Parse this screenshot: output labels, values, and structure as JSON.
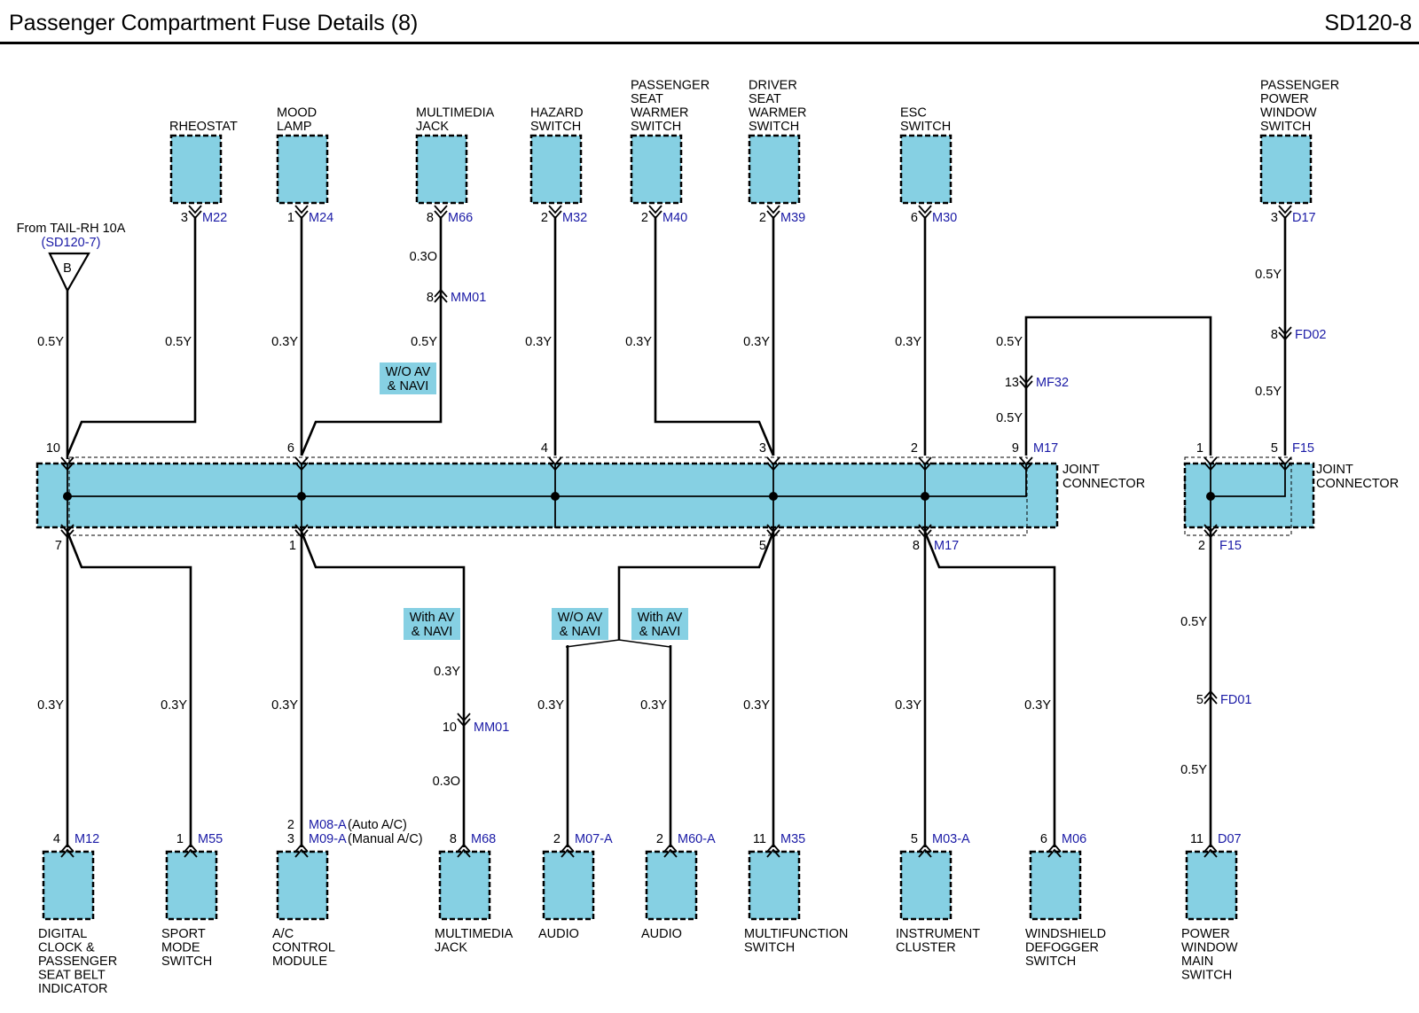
{
  "title": "Passenger Compartment Fuse Details (8)",
  "page_code": "SD120-8",
  "colors": {
    "component_fill": "#86d0e3",
    "wire": "#000000",
    "code_text": "#1a1aa6"
  },
  "source": {
    "line1": "From TAIL-RH 10A",
    "line2": "(SD120-7)",
    "letter": "B"
  },
  "joint_label": [
    "JOINT",
    "CONNECTOR"
  ],
  "top_components": [
    {
      "id": "rheostat",
      "name": [
        "RHEOSTAT"
      ],
      "pin": "3",
      "code": "M22"
    },
    {
      "id": "mood-lamp",
      "name": [
        "MOOD",
        "LAMP"
      ],
      "pin": "1",
      "code": "M24"
    },
    {
      "id": "multimedia-jack-top",
      "name": [
        "MULTIMEDIA",
        "JACK"
      ],
      "pin": "8",
      "code": "M66"
    },
    {
      "id": "hazard-switch",
      "name": [
        "HAZARD",
        "SWITCH"
      ],
      "pin": "2",
      "code": "M32"
    },
    {
      "id": "passenger-seat-warmer-switch",
      "name": [
        "PASSENGER",
        "SEAT",
        "WARMER",
        "SWITCH"
      ],
      "pin": "2",
      "code": "M40"
    },
    {
      "id": "driver-seat-warmer-switch",
      "name": [
        "DRIVER",
        "SEAT",
        "WARMER",
        "SWITCH"
      ],
      "pin": "2",
      "code": "M39"
    },
    {
      "id": "esc-switch",
      "name": [
        "ESC",
        "SWITCH"
      ],
      "pin": "6",
      "code": "M30"
    },
    {
      "id": "passenger-power-window-switch",
      "name": [
        "PASSENGER",
        "POWER",
        "WINDOW",
        "SWITCH"
      ],
      "pin": "3",
      "code": "D17"
    }
  ],
  "bottom_components": [
    {
      "id": "digital-clock",
      "name": [
        "DIGITAL",
        "CLOCK &",
        "PASSENGER",
        "SEAT BELT",
        "INDICATOR"
      ],
      "pin": "4",
      "code": "M12"
    },
    {
      "id": "sport-mode-switch",
      "name": [
        "SPORT",
        "MODE",
        "SWITCH"
      ],
      "pin": "1",
      "code": "M55"
    },
    {
      "id": "ac-control-module",
      "name": [
        "A/C",
        "CONTROL",
        "MODULE"
      ],
      "pin": "2",
      "pin2": "3",
      "code": "M08-A",
      "code_note": "(Auto A/C)",
      "code2": "M09-A",
      "code2_note": "(Manual A/C)"
    },
    {
      "id": "multimedia-jack-bottom",
      "name": [
        "MULTIMEDIA",
        "JACK"
      ],
      "pin": "8",
      "code": "M68"
    },
    {
      "id": "audio-1",
      "name": [
        "AUDIO"
      ],
      "pin": "2",
      "code": "M07-A"
    },
    {
      "id": "audio-2",
      "name": [
        "AUDIO"
      ],
      "pin": "2",
      "code": "M60-A"
    },
    {
      "id": "multifunction-switch",
      "name": [
        "MULTIFUNCTION",
        "SWITCH"
      ],
      "pin": "11",
      "code": "M35"
    },
    {
      "id": "instrument-cluster",
      "name": [
        "INSTRUMENT",
        "CLUSTER"
      ],
      "pin": "5",
      "code": "M03-A"
    },
    {
      "id": "windshield-defogger-switch",
      "name": [
        "WINDSHIELD",
        "DEFOGGER",
        "SWITCH"
      ],
      "pin": "6",
      "code": "M06"
    },
    {
      "id": "power-window-main-switch",
      "name": [
        "POWER",
        "WINDOW",
        "MAIN",
        "SWITCH"
      ],
      "pin": "11",
      "code": "D07"
    }
  ],
  "junction_pins": {
    "m17_top": [
      "10",
      "6",
      "4",
      "3",
      "2",
      "9"
    ],
    "m17_top_code": "M17",
    "m17_bottom": [
      "7",
      "1",
      "5",
      "8"
    ],
    "m17_bottom_code": "M17",
    "f15_top": [
      "1",
      "5"
    ],
    "f15_top_code": "F15",
    "f15_bottom": [
      "2"
    ],
    "f15_bottom_code": "F15"
  },
  "inline_connectors": [
    {
      "id": "mm01-top",
      "pin": "8",
      "code": "MM01"
    },
    {
      "id": "mf32",
      "pin": "13",
      "code": "MF32"
    },
    {
      "id": "fd02",
      "pin": "8",
      "code": "FD02"
    },
    {
      "id": "mm01-bottom",
      "pin": "10",
      "code": "MM01"
    },
    {
      "id": "fd01",
      "pin": "5",
      "code": "FD01"
    }
  ],
  "wire_labels": {
    "source": "0.5Y",
    "rheostat": "0.5Y",
    "mood_lamp": "0.3Y",
    "multimedia_top_upper": "0.3O",
    "multimedia_top_lower": "0.5Y",
    "hazard": "0.3Y",
    "passenger_seat": "0.3Y",
    "driver_seat": "0.3Y",
    "esc": "0.3Y",
    "mf32_upper": "0.5Y",
    "mf32_lower": "0.5Y",
    "ppw_upper": "0.5Y",
    "ppw_lower": "0.5Y",
    "clock": "0.3Y",
    "sport": "0.3Y",
    "ac": "0.3Y",
    "multimedia_bottom_upper": "0.3Y",
    "multimedia_bottom_lower": "0.3O",
    "audio1": "0.3Y",
    "audio2": "0.3Y",
    "multifunction": "0.3Y",
    "instrument": "0.3Y",
    "windshield": "0.3Y",
    "pwm_upper": "0.5Y",
    "pwm_lower": "0.5Y"
  },
  "options": {
    "wo_av_top": [
      "W/O AV",
      "& NAVI"
    ],
    "with_av_multimedia": [
      "With AV",
      "& NAVI"
    ],
    "wo_av_audio": [
      "W/O AV",
      "& NAVI"
    ],
    "with_av_audio": [
      "With AV",
      "& NAVI"
    ]
  }
}
